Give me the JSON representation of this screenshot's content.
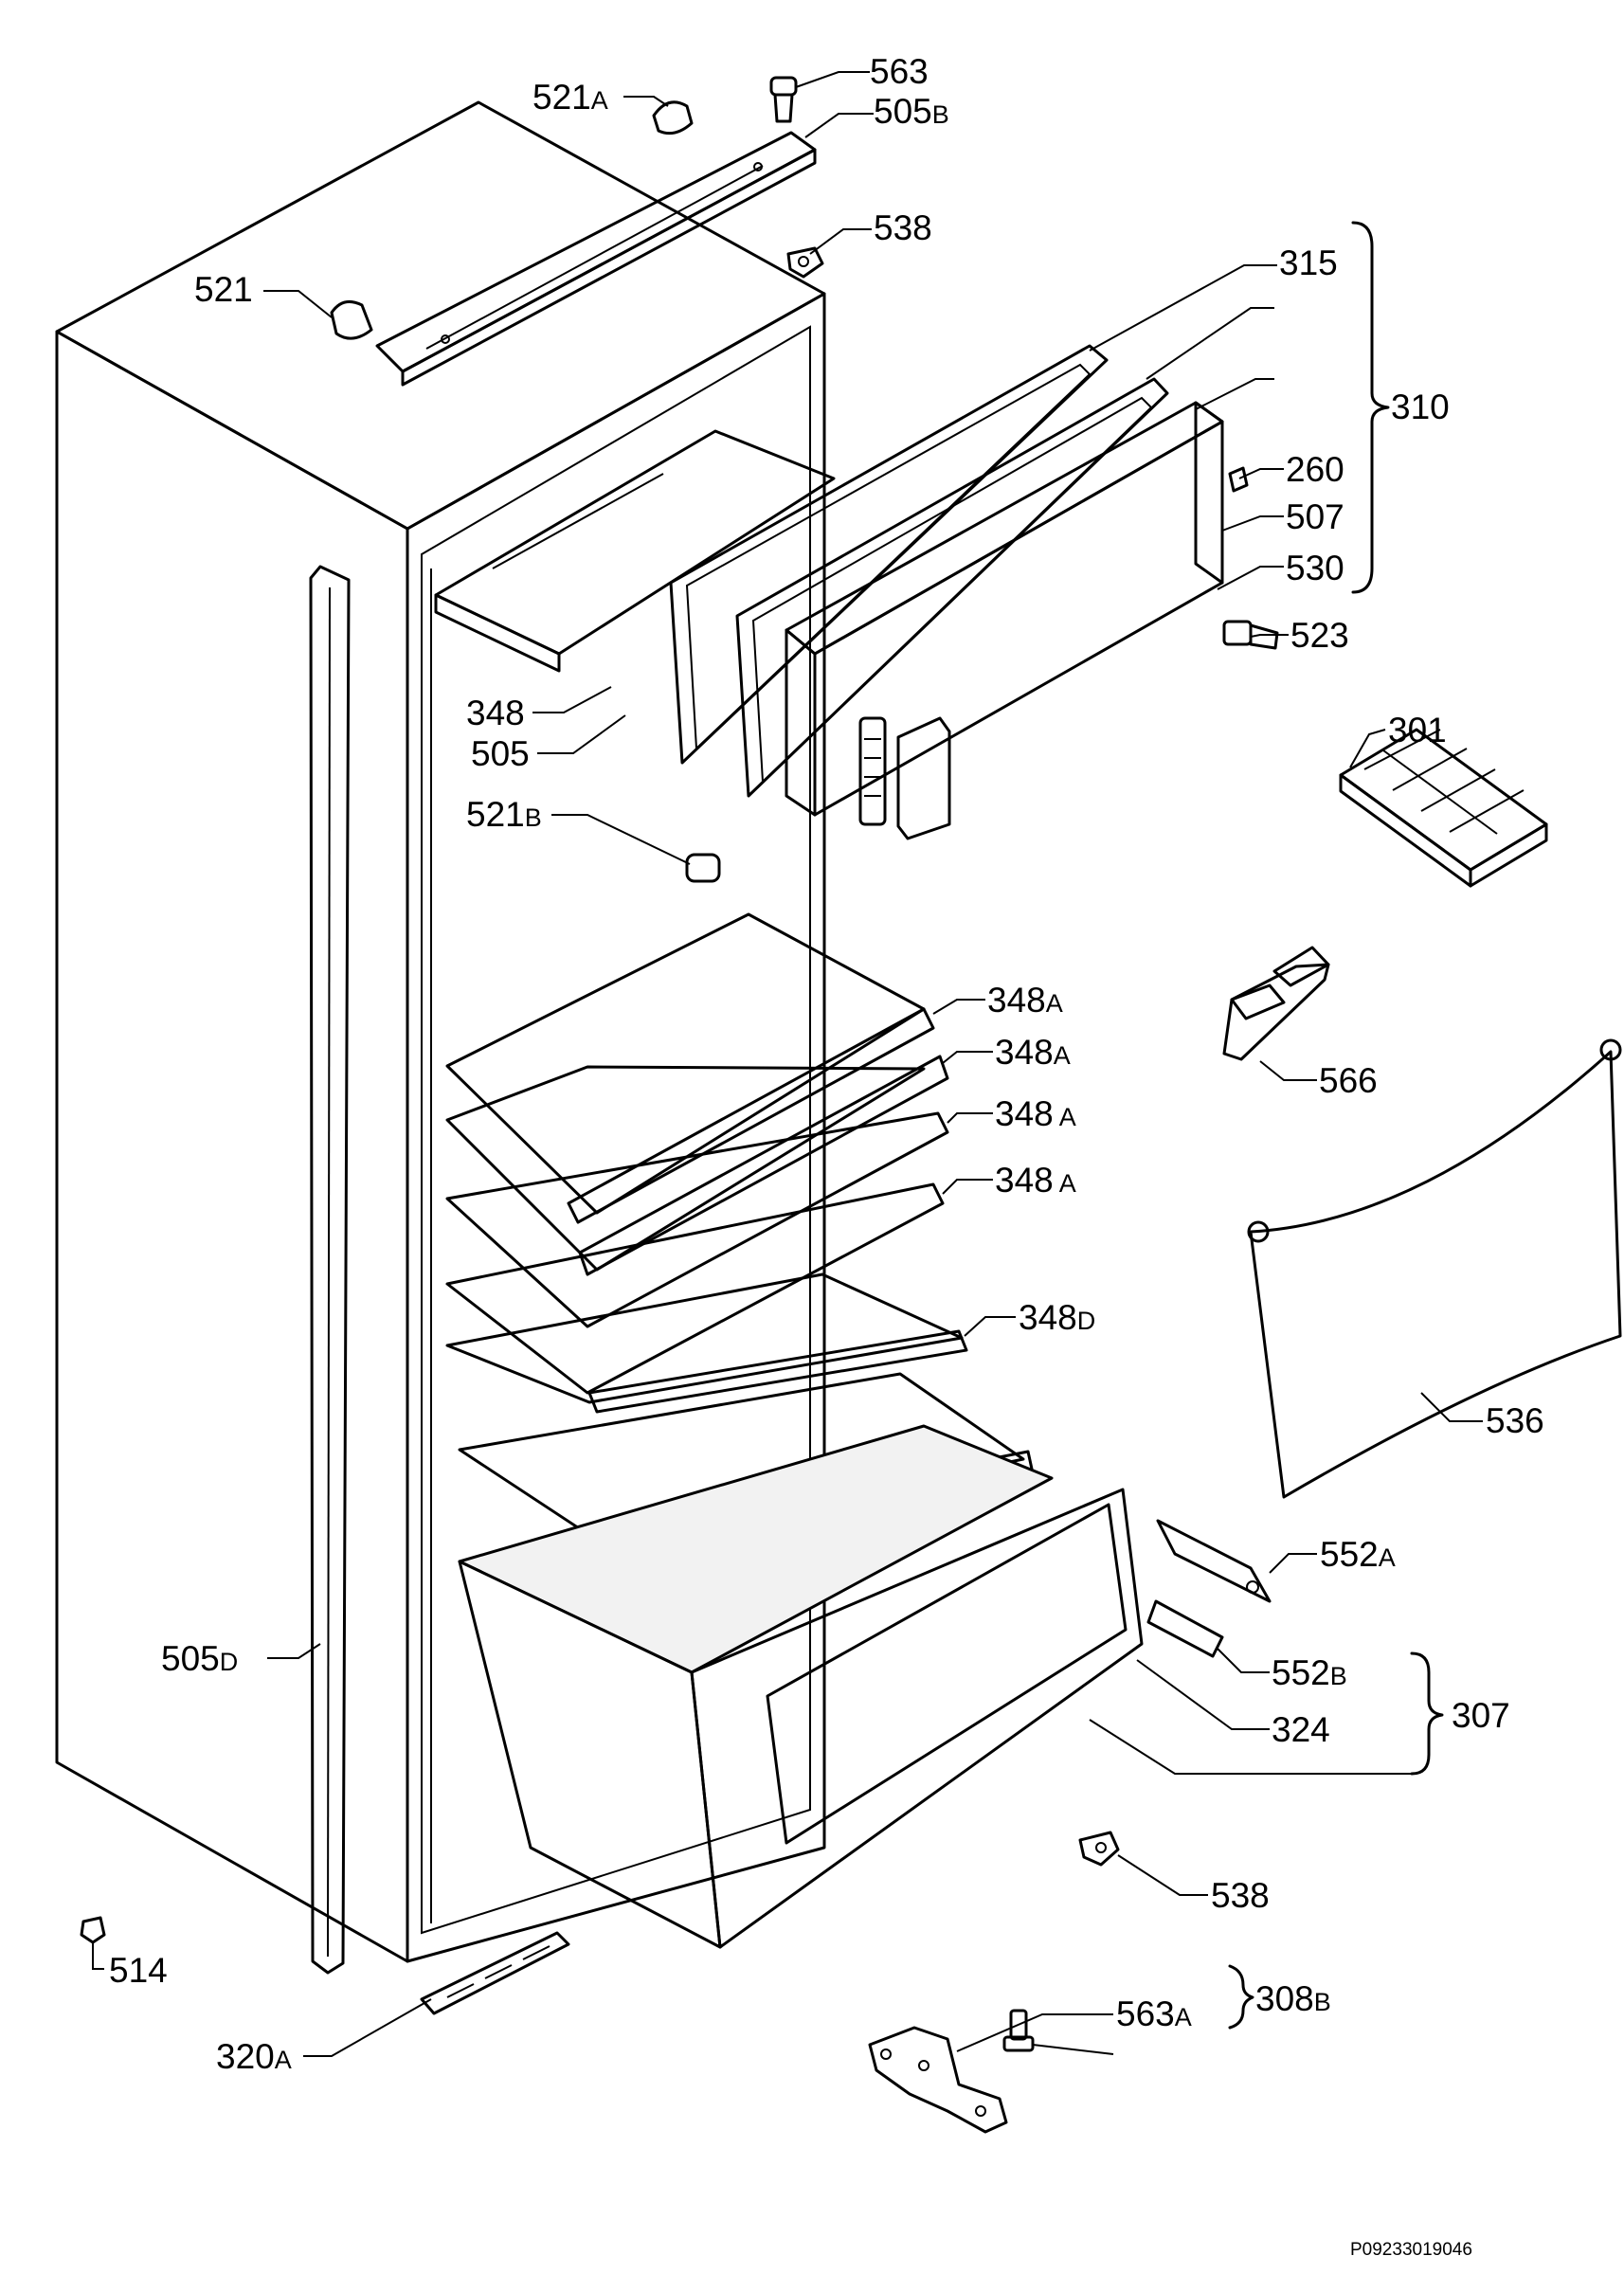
{
  "callouts": {
    "c563": [
      "563",
      ""
    ],
    "c521a": [
      "521",
      "A"
    ],
    "c505b": [
      "505",
      "B"
    ],
    "c538_top": [
      "538",
      ""
    ],
    "c521": [
      "521",
      ""
    ],
    "c315": [
      "315",
      ""
    ],
    "c310": [
      "310",
      ""
    ],
    "c260": [
      "260",
      ""
    ],
    "c507": [
      "507",
      ""
    ],
    "c530": [
      "530",
      ""
    ],
    "c523": [
      "523",
      ""
    ],
    "c348": [
      "348",
      ""
    ],
    "c505": [
      "505",
      ""
    ],
    "c301": [
      "301",
      ""
    ],
    "c521b": [
      "521",
      "B"
    ],
    "c348a_1": [
      "348",
      "A"
    ],
    "c348a_2": [
      "348",
      "A"
    ],
    "c348a_3": [
      "348",
      " A"
    ],
    "c348a_4": [
      "348",
      " A"
    ],
    "c566": [
      "566",
      ""
    ],
    "c348d": [
      "348",
      "D"
    ],
    "c536": [
      "536",
      ""
    ],
    "c552a": [
      "552",
      "A"
    ],
    "c505d": [
      "505",
      "D"
    ],
    "c552b": [
      "552",
      "B"
    ],
    "c307": [
      "307",
      ""
    ],
    "c324": [
      "324",
      ""
    ],
    "c538_bottom": [
      "538",
      ""
    ],
    "c308b": [
      "308",
      "B"
    ],
    "c563a": [
      "563",
      "A"
    ],
    "c514": [
      "514",
      ""
    ],
    "c320a": [
      "320",
      "A"
    ]
  },
  "drawing_code": "P09233019046"
}
